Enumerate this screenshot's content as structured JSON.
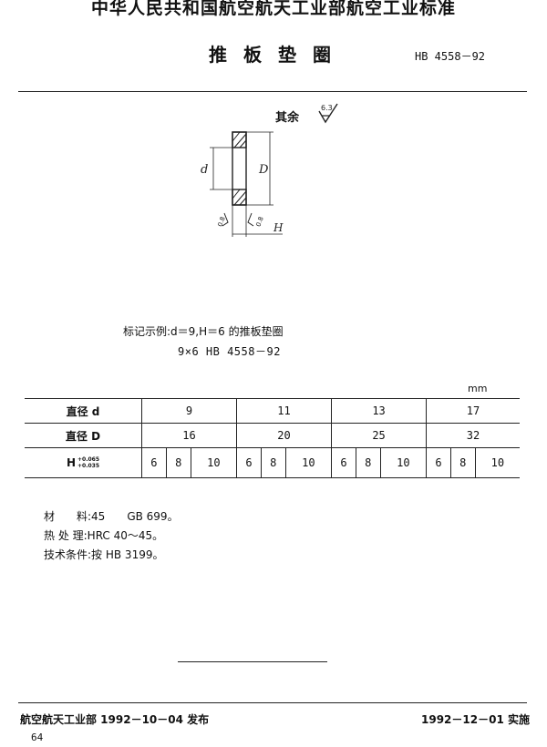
{
  "header": {
    "standard_title": "中华人民共和国航空航天工业部航空工业标准",
    "document_title": "推板垫圈",
    "document_code": "HB 4558－92"
  },
  "drawing": {
    "roughness_note": "其余",
    "roughness_value": "6.3",
    "dim_d": "d",
    "dim_D": "D",
    "dim_H": "H",
    "roughness_left": "0.8",
    "roughness_right": "0.8"
  },
  "marking_example": {
    "label": "标记示例:d＝9,H＝6 的推板垫圈",
    "code": "9×6    HB 4558－92"
  },
  "table": {
    "unit": "mm",
    "row_d_label": "直径 d",
    "row_D_label": "直径 D",
    "row_H_label": "H",
    "row_H_tol_upper": "+0.065",
    "row_H_tol_lower": "+0.035",
    "d_values": [
      "9",
      "11",
      "13",
      "17"
    ],
    "D_values": [
      "16",
      "20",
      "25",
      "32"
    ],
    "H_values": [
      "6",
      "8",
      "10",
      "6",
      "8",
      "10",
      "6",
      "8",
      "10",
      "6",
      "8",
      "10"
    ]
  },
  "notes": {
    "material": "材　　料:45　　GB 699。",
    "heat_treatment": "热 处 理:HRC 40～45。",
    "technical": "技术条件:按 HB 3199。"
  },
  "footer": {
    "issue": "航空航天工业部 1992－10－04 发布",
    "implement": "1992－12－01 实施",
    "page_number": "64"
  }
}
